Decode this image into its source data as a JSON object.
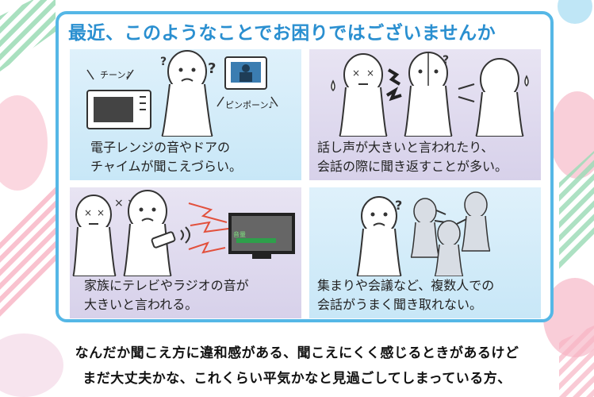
{
  "title": "最近、このようなことでお困りではございませんか",
  "cards": [
    {
      "caption_lines": [
        "電子レンジの音やドアの",
        "チャイムが聞こえづらい。"
      ],
      "sfx": [
        "チーン♪",
        "ピンポーン♪"
      ]
    },
    {
      "caption_lines": [
        "話し声が大きいと言われたり、",
        "会話の際に聞き返すことが多い。"
      ],
      "sfx": []
    },
    {
      "caption_lines": [
        "家族にテレビやラジオの音が",
        "大きいと言われる。"
      ],
      "sfx": [
        "音量"
      ]
    },
    {
      "caption_lines": [
        "集まりや会議など、複数人での",
        "会話がうまく聞き取れない。"
      ],
      "sfx": []
    }
  ],
  "footer_lines": [
    "なんだか聞こえ方に違和感がある、聞こえにくく感じるときがあるけど",
    "まだ大丈夫かな、これくらい平気かなと見過ごしてしまっている方、"
  ],
  "colors": {
    "frame": "#55b7e6",
    "title": "#2a8fd0",
    "blue_cell": "#cfe9f7",
    "purple_cell": "#dcd6ec"
  }
}
